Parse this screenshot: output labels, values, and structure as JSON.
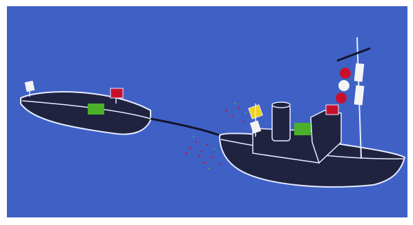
{
  "illustration": {
    "colors": {
      "sky": "#3f61c6",
      "hull": "#1f2340",
      "outline": "#e6ecff",
      "light_red": "#c8102e",
      "light_green": "#4caf2a",
      "light_white": "#f4f4f4",
      "light_yellow": "#f2d21a",
      "tow_line": "#12152a",
      "frame": "#ffffff"
    },
    "objects": [
      "towed-barge",
      "tugboat",
      "tow-line",
      "navigation-lights",
      "day-shapes"
    ]
  }
}
